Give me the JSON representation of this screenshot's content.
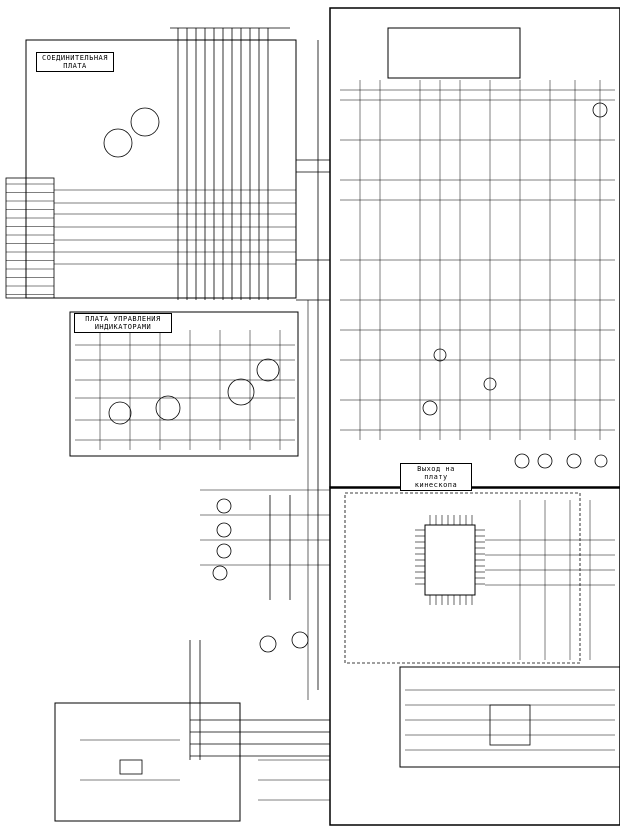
{
  "blocks": {
    "connector_board": {
      "title_line1": "СОЕДИНИТЕЛЬНАЯ",
      "title_line2": "ПЛАТА"
    },
    "control_board": {
      "title_line1": "ПЛАТА УПРАВЛЕНИЯ",
      "title_line2": "ИНДИКАТОРАМИ"
    },
    "mid_box": {
      "label_line1": "Выход на плату",
      "label_line2": "кинескопа"
    }
  },
  "colors": {
    "line": "#000000",
    "background": "#ffffff"
  }
}
